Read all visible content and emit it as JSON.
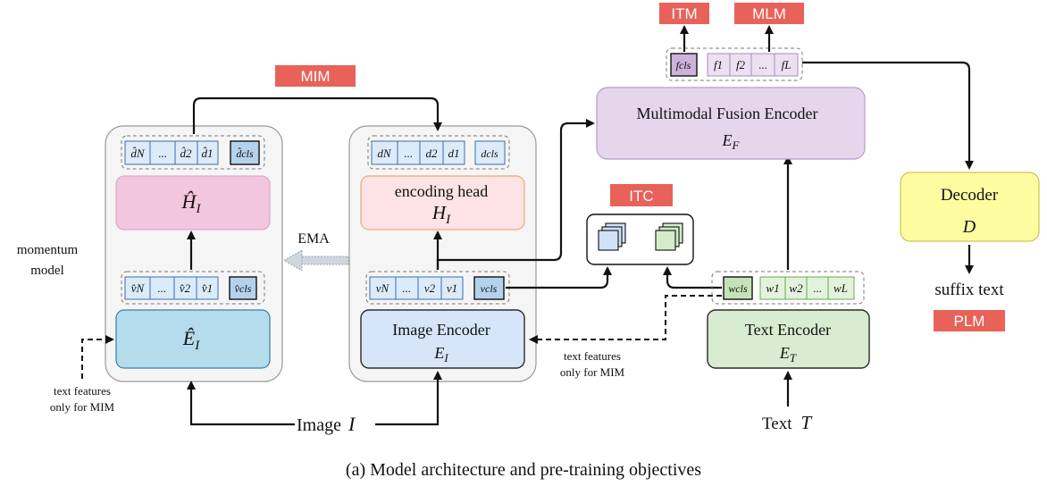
{
  "objectives": {
    "mim": "MIM",
    "itm": "ITM",
    "mlm": "MLM",
    "itc": "ITC",
    "plm": "PLM"
  },
  "momentum": {
    "caption": [
      "momentum",
      "model"
    ],
    "head": "Ĥ",
    "head_sub": "I",
    "encoder": "Ê",
    "encoder_sub": "I",
    "top_tokens": [
      "d̂N",
      "...",
      "d̂2",
      "d̂1",
      "d̂cls"
    ],
    "bottom_tokens": [
      "v̂N",
      "...",
      "v̂2",
      "v̂1",
      "v̂cls"
    ]
  },
  "ema_label": "EMA",
  "online": {
    "head_label": "encoding head",
    "head_sym": "H",
    "head_sub": "I",
    "encoder_label": "Image Encoder",
    "encoder_sym": "E",
    "encoder_sub": "I",
    "top_tokens": [
      "dN",
      "...",
      "d2",
      "d1",
      "dcls"
    ],
    "bottom_tokens": [
      "vN",
      "...",
      "v2",
      "v1",
      "vcls"
    ]
  },
  "fusion": {
    "label": "Multimodal Fusion Encoder",
    "sym": "E",
    "sub": "F",
    "tokens": [
      "fcls",
      "f1",
      "f2",
      "...",
      "fL"
    ]
  },
  "text_encoder": {
    "label": "Text Encoder",
    "sym": "E",
    "sub": "T",
    "tokens": [
      "wcls",
      "w1",
      "w2",
      "...",
      "wL"
    ]
  },
  "decoder": {
    "label": "Decoder",
    "sym": "D",
    "output": "suffix text"
  },
  "inputs": {
    "image_label": "Image",
    "image_sym": "I",
    "text_label": "Text",
    "text_sym": "T"
  },
  "notes": {
    "left_text_features": [
      "text features",
      "only for MIM"
    ],
    "mid_text_features": [
      "text features",
      "only for MIM"
    ]
  },
  "caption": "(a) Model architecture and pre-training objectives",
  "colors": {
    "objective_red": "#e8625a",
    "momentum_head": "#f3c6df",
    "momentum_encoder": "#b4dcec",
    "online_head": "#fde3e3",
    "online_encoder": "#d6e6f8",
    "fusion": "#e6d6ec",
    "text_encoder": "#d8ecd1",
    "decoder": "#fdfca0",
    "token_blue": "#dcebf9",
    "token_green": "#e3f2dc",
    "token_purple": "#ece0f1"
  }
}
